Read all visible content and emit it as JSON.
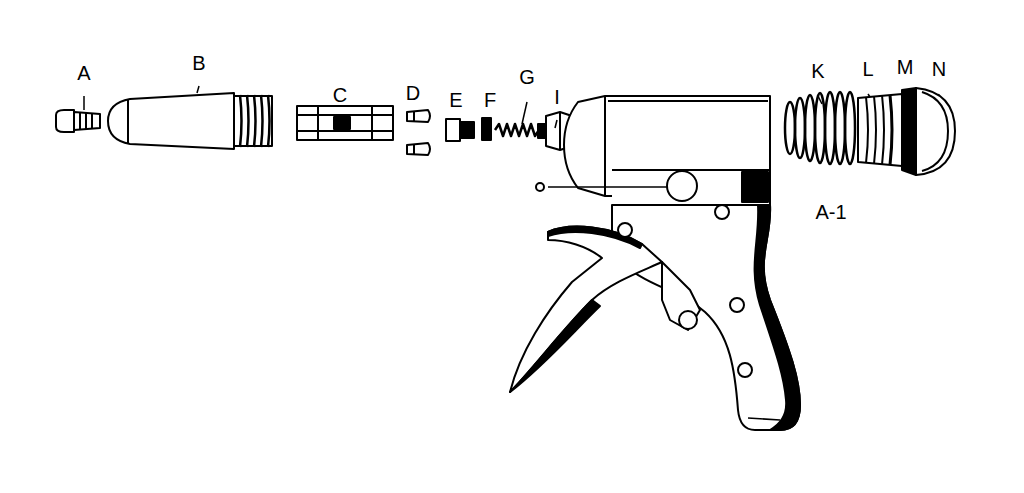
{
  "diagram": {
    "labels": [
      "A",
      "B",
      "C",
      "D",
      "E",
      "F",
      "G",
      "I",
      "K",
      "L",
      "M",
      "N",
      "A-1"
    ]
  }
}
